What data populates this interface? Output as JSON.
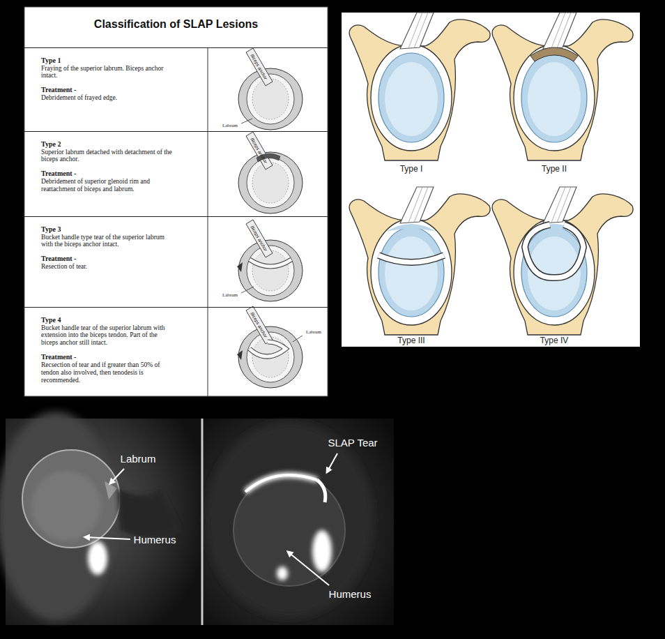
{
  "diagram": {
    "title": "Classification of SLAP Lesions",
    "nodes": [
      {
        "text": [
          "Type 1",
          "Fraying of the superior labrum. Biceps anchor intact.",
          "Treatment -",
          "Debridement of frayed edge."
        ]
      },
      {
        "text": [
          "Type 2",
          "Superior labrum detached with detachment of the biceps anchor.",
          "Treatment -",
          "Debridement of superior glenoid rim and reattachment of biceps and labrum."
        ]
      },
      {
        "text": [
          "Type 3",
          "Bucket handle type tear of the superior labrum with the biceps anchor intact.",
          "Treatment -",
          "Resection of tear."
        ]
      },
      {
        "text": [
          "Type 4",
          "Bucket handle tear of the superior labrum with extension into the biceps tendon. Part of the biceps anchor still intact.",
          "Treatment -",
          "Recsection of tear and if greater than 50% of tendon also involved, then tenodesis is recommended."
        ]
      }
    ],
    "labels": [
      "Biceps anchor",
      "Labrum",
      "Biceps anchor",
      "Biceps anchor",
      "Labrum",
      "Biceps anchor",
      "Labrum",
      "Type I",
      "Type II",
      "Type III",
      "Type IV",
      "Labrum",
      "Humerus",
      "SLAP Tear",
      "Humerus"
    ]
  }
}
